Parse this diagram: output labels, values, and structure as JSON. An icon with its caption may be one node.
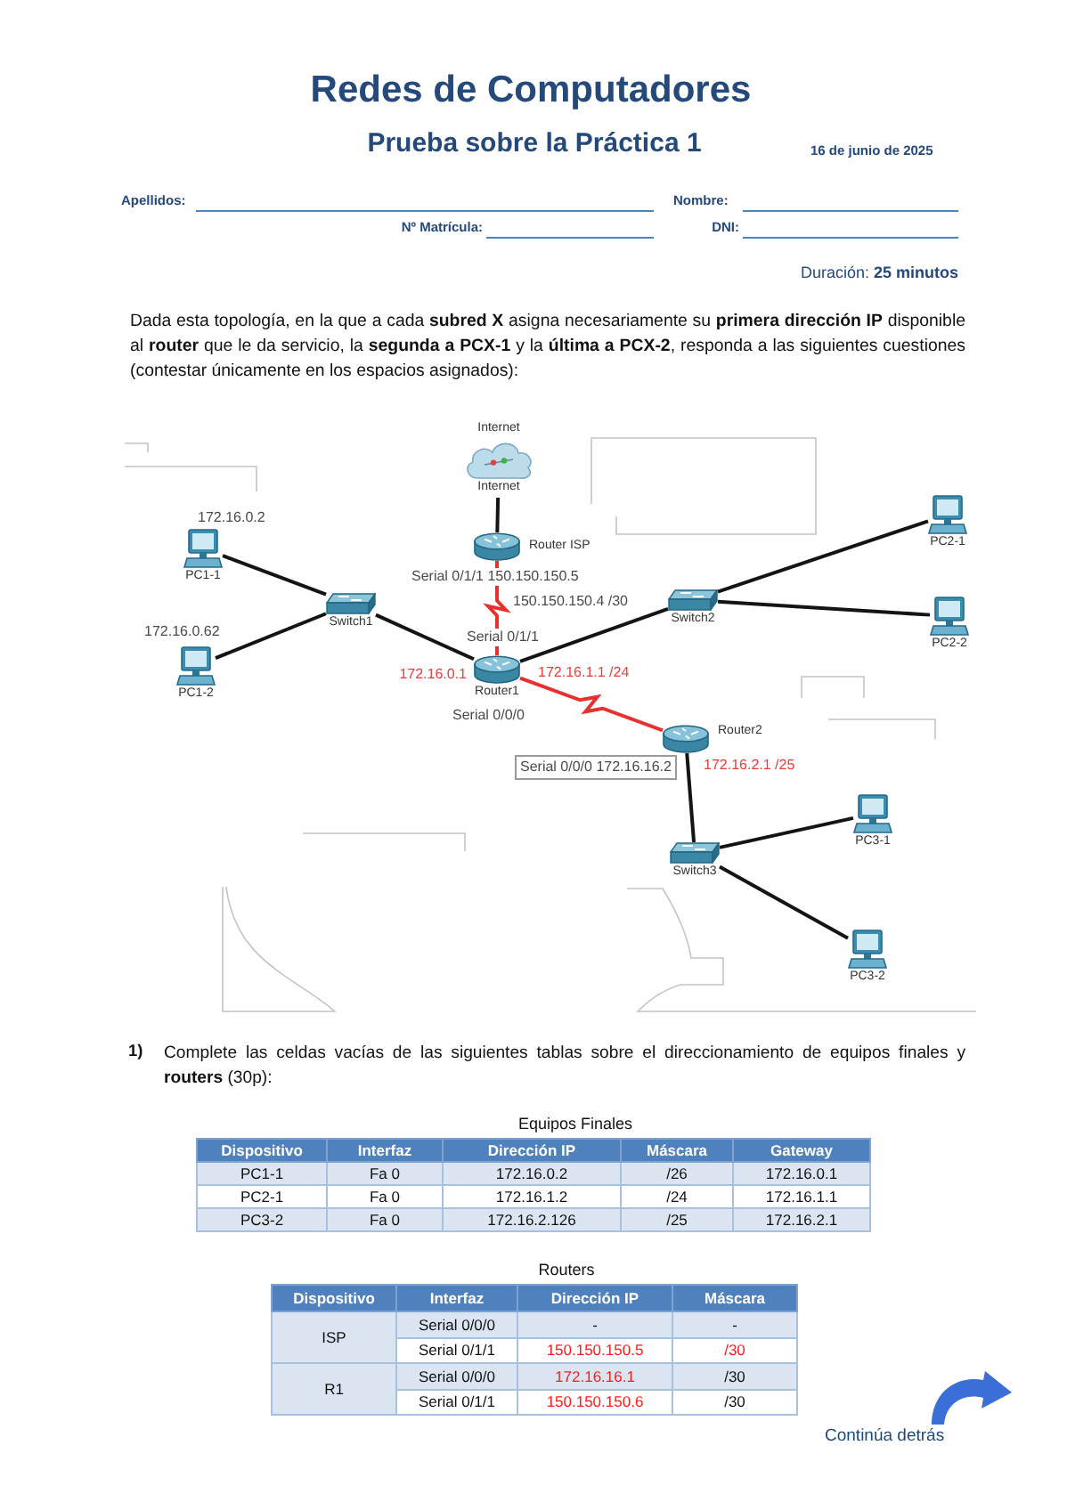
{
  "diagram": {
    "title": "Redes de Computadores",
    "nodes": [
      {
        "text": [
          "Internet",
          "Internet"
        ]
      },
      {
        "text": [
          "Router ISP"
        ],
        "beside": [
          "Serial 0/1/1 150.150.150.5"
        ]
      },
      {
        "text": [
          "PC1-1"
        ],
        "beside": [
          "172.16.0.2"
        ]
      },
      {
        "text": [
          "Switch1"
        ]
      },
      {
        "text": [
          "PC1-2"
        ],
        "beside": [
          "172.16.0.62"
        ]
      },
      {
        "text": [
          "Router1"
        ],
        "beside": [
          "Serial 0/1/1",
          "172.16.0.1",
          "172.16.1.1 /24",
          "Serial 0/0/0"
        ]
      },
      {
        "text": [
          "Switch2"
        ]
      },
      {
        "text": [
          "PC2-1"
        ]
      },
      {
        "text": [
          "PC2-2"
        ]
      },
      {
        "text": [
          "Router2"
        ],
        "beside": [
          "Serial 0/0/0 172.16.16.2",
          "172.16.2.1 /25"
        ]
      },
      {
        "text": [
          "Switch3"
        ]
      },
      {
        "text": [
          "PC3-1"
        ]
      },
      {
        "text": [
          "PC3-2"
        ]
      }
    ],
    "edges": [
      {
        "from": 0,
        "to": 1,
        "arrow": "none"
      },
      {
        "from": 1,
        "to": 5,
        "arrow": "none",
        "color": "#e8302e",
        "label": "150.150.150.4 /30"
      },
      {
        "from": 2,
        "to": 3,
        "arrow": "none"
      },
      {
        "from": 4,
        "to": 3,
        "arrow": "none"
      },
      {
        "from": 3,
        "to": 5,
        "arrow": "none"
      },
      {
        "from": 5,
        "to": 6,
        "arrow": "none"
      },
      {
        "from": 6,
        "to": 7,
        "arrow": "none"
      },
      {
        "from": 6,
        "to": 8,
        "arrow": "none"
      },
      {
        "from": 5,
        "to": 9,
        "arrow": "none",
        "color": "#e8302e"
      },
      {
        "from": 9,
        "to": 10,
        "arrow": "none"
      },
      {
        "from": 10,
        "to": 11,
        "arrow": "none"
      },
      {
        "from": 10,
        "to": 12,
        "arrow": "none"
      }
    ],
    "labels": [
      "Prueba sobre la Práctica 1",
      "16 de junio de 2025",
      "Apellidos:",
      "Nombre:",
      "Nº Matrícula:",
      "DNI:",
      "Duración: **25 minutos**",
      "Dada esta topología, en la que a cada **subred X** asigna necesariamente su **primera dirección IP** disponible al **router** que le da servicio, la **segunda a PCX-1** y la **última a PCX-2**, responda a las siguientes cuestiones (contestar únicamente en los espacios asignados):",
      "1)",
      "Complete las celdas vacías de las siguientes tablas sobre el direccionamiento de equipos finales y **routers** (30p):",
      "Equipos Finales",
      "Dispositivo",
      "Interfaz",
      "Dirección IP",
      "Máscara",
      "Gateway",
      "PC1-1",
      "Fa 0",
      "172.16.0.2",
      "/26",
      "172.16.0.1",
      "PC2-1",
      "Fa 0",
      "172.16.1.2",
      "/24",
      "172.16.1.1",
      "PC3-2",
      "Fa 0",
      "172.16.2.126",
      "/25",
      "172.16.2.1",
      "Routers",
      "Dispositivo",
      "Interfaz",
      "Dirección IP",
      "Máscara",
      "ISP",
      "Serial 0/0/0",
      "-",
      "-",
      "Serial 0/1/1",
      "150.150.150.5",
      "/30",
      "R1",
      "Serial 0/0/0",
      "172.16.16.1",
      "/30",
      "Serial 0/1/1",
      "150.150.150.6",
      "/30",
      "Continúa detrás"
    ]
  }
}
